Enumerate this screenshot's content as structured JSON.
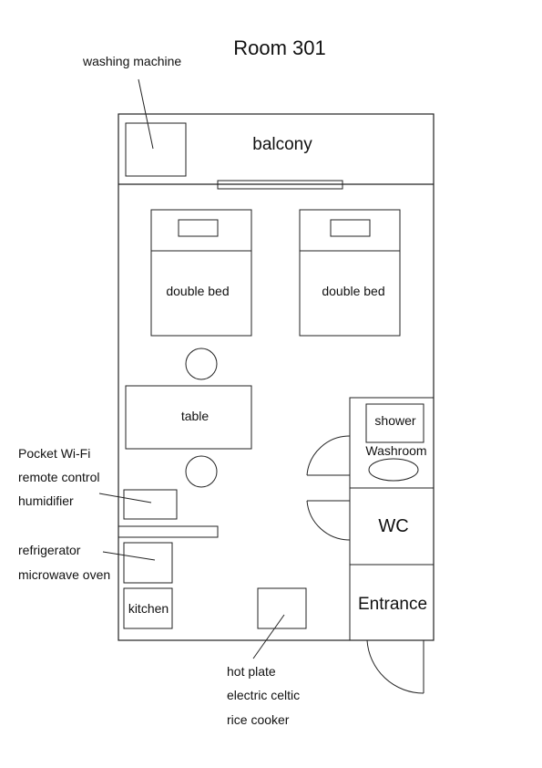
{
  "title": "Room 301",
  "rooms": {
    "balcony": "balcony",
    "washroom": "Washroom",
    "shower": "shower",
    "wc": "WC",
    "entrance": "Entrance",
    "kitchen": "kitchen"
  },
  "furniture": {
    "bed_left": "double bed",
    "bed_right": "double bed",
    "table": "table"
  },
  "callouts": {
    "washing_machine": "washing machine",
    "pocket_wifi": "Pocket Wi-Fi",
    "remote_control": "remote control",
    "humidifier": "humidifier",
    "refrigerator": "refrigerator",
    "microwave_oven": "microwave oven",
    "hot_plate": "hot plate",
    "electric_kettle": "electric celtic",
    "rice_cooker": "rice cooker"
  },
  "colors": {
    "line": "#222222",
    "text": "#111111",
    "background": "#ffffff"
  }
}
